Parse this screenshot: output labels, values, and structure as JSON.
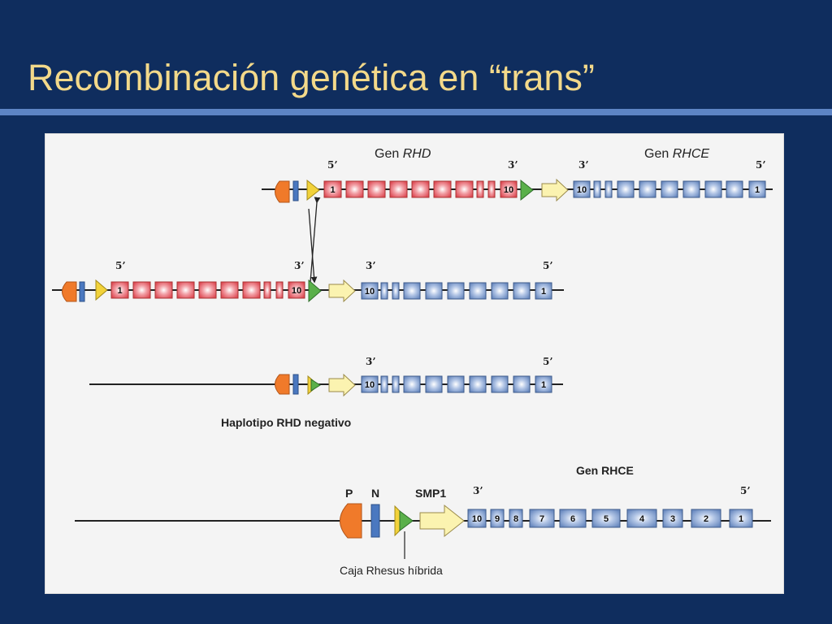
{
  "title": "Recombinación genética en “trans”",
  "labels": {
    "gene_word": "Gen",
    "gene_rhd": "RHD",
    "gene_rhce_italic": "RHCE",
    "five_prime": "5’",
    "three_prime": "3’",
    "haplotype": "Haplotipo RHD negativo",
    "gene_rhce_bold": "Gen RHCE",
    "p": "P",
    "n": "N",
    "smp1": "SMP1",
    "rhesus_box": "Caja Rhesus híbrida"
  },
  "exon_labels": {
    "first": "1",
    "last": "10",
    "rhce_detail": [
      "10",
      "9",
      "8",
      "7",
      "6",
      "5",
      "4",
      "3",
      "2",
      "1"
    ]
  },
  "colors": {
    "background": "#0f2d5e",
    "title": "#f3d98a",
    "rule": "#5d84c4",
    "rhd_exon": "#e0505a",
    "rhce_exon": "#6f8fc4",
    "promoter_p": "#f07a2a",
    "element_n": "#4a78c0",
    "rhesus_yellow": "#f2d23a",
    "rhesus_green": "#5ab04a",
    "smp1_arrow": "#fbf3b0"
  },
  "icons": [
    "promoter-shape",
    "n-element-shape",
    "rhesus-box-triangle",
    "smp1-arrow",
    "crossover-arrows"
  ]
}
